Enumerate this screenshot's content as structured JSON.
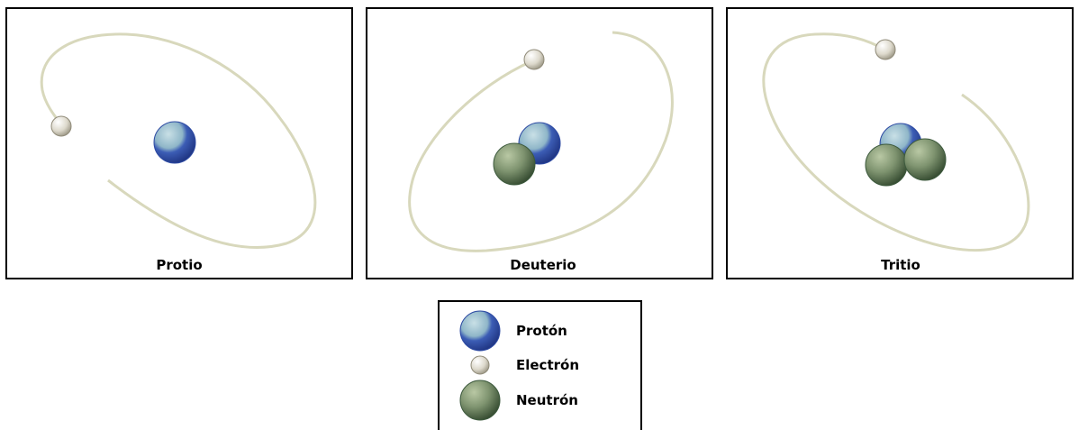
{
  "panels": [
    {
      "label": "Protio",
      "protons": 1,
      "neutrons": 0,
      "electrons": 1
    },
    {
      "label": "Deuterio",
      "protons": 1,
      "neutrons": 1,
      "electrons": 1
    },
    {
      "label": "Tritio",
      "protons": 1,
      "neutrons": 2,
      "electrons": 1
    }
  ],
  "legend": {
    "items": [
      {
        "label": "Protón",
        "icon": "proton-icon"
      },
      {
        "label": "Electrón",
        "icon": "electron-icon"
      },
      {
        "label": "Neutrón",
        "icon": "neutron-icon"
      }
    ]
  },
  "colors": {
    "orbit": "#d8d8bc",
    "proton_light": "#a7c9d6",
    "proton_dark": "#2d4aa3",
    "neutron_light": "#a1b38d",
    "neutron_dark": "#3d5a3d",
    "electron_light": "#f4f2e8",
    "electron_dark": "#8f8a78",
    "border": "#000000"
  }
}
